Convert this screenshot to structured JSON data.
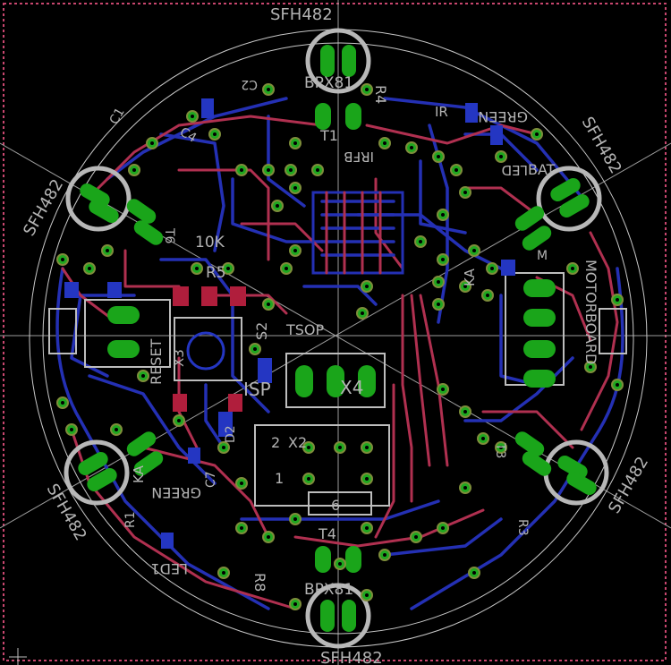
{
  "board": {
    "background": "#000000",
    "colors": {
      "top_copper": "#b03050",
      "bottom_copper": "#2430b4",
      "pads": "#1aa51a",
      "silkscreen": "#b4b4b4",
      "dimension": "#c8466e"
    }
  },
  "labels": {
    "sfh_top": "SFH482",
    "sfh_bottom": "SFH482",
    "sfh_left": "SFH482",
    "sfh_right": "SFH482",
    "sfh_lower_left": "SFH482",
    "sfh_lower_right": "SFH482",
    "bpx_top": "BPX81",
    "bpx_bottom": "BPX81",
    "t1": "T1",
    "t4": "T4",
    "r4": "R4",
    "r8": "R8",
    "r5": "R5",
    "r5_value": "10K",
    "green": "GREEN",
    "green2": "GREEN",
    "led": "LED",
    "led1": "LED1",
    "x4": "X4",
    "x2": "X2",
    "x2_pin1": "1",
    "x2_pin2": "2",
    "pin6": "6",
    "tsop": "TSOP",
    "isp": "ISP",
    "s2": "S2",
    "reset": "RESET",
    "motor": "MOTORBOARD",
    "irfb": "IRFB",
    "ir": "IR",
    "ka": "KA",
    "ka2": "KA",
    "x3": "X3",
    "c1": "C1",
    "c2": "C2",
    "c4": "C4",
    "t6": "T6",
    "t3": "T3",
    "r1": "R1",
    "r3": "R3",
    "d2": "D2",
    "c7": "C7",
    "bat": "BAT",
    "m": "M"
  }
}
